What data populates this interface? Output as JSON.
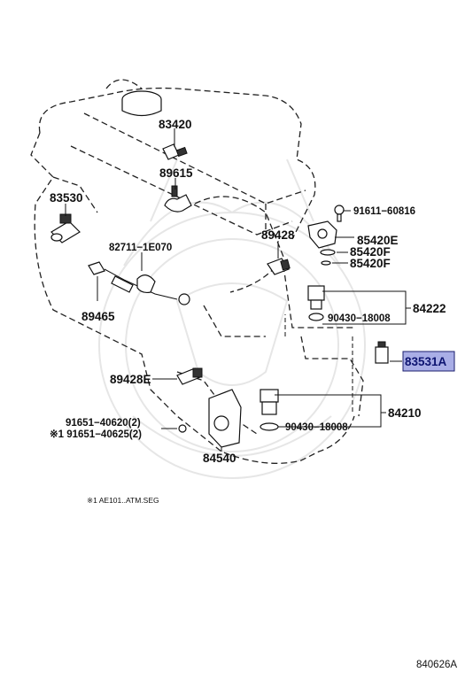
{
  "diagram": {
    "code": "840626A",
    "note": "※1 AE101..ATM.SEG",
    "highlight_color": "#a9aee6",
    "labels": {
      "p83420": "83420",
      "p89615": "89615",
      "p83530": "83530",
      "p91611": "91611−60816",
      "p85420e": "85420E",
      "p85420f1": "85420F",
      "p85420f2": "85420F",
      "p82711": "82711−1E070",
      "p89428a": "89428",
      "p89465": "89465",
      "p84222": "84222",
      "p90430a": "90430−18008",
      "p83531a": "83531A",
      "p89428e": "89428E",
      "p84210": "84210",
      "p91651a": "91651−40620(2)",
      "p91651b": "※1 91651−40625(2)",
      "p90430b": "90430−18008",
      "p84540": "84540"
    }
  }
}
